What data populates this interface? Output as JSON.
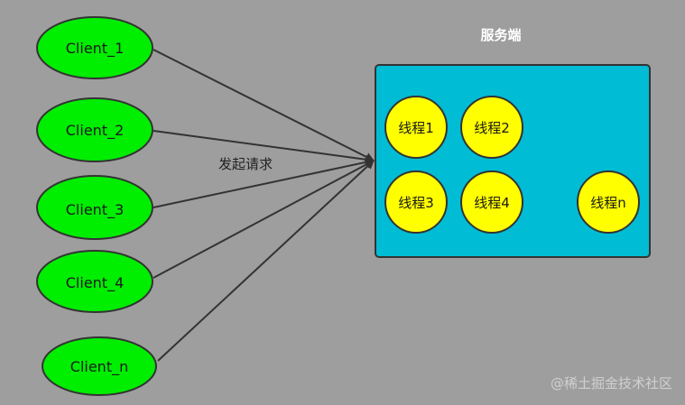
{
  "colors": {
    "background": "#9e9e9e",
    "client_fill": "#00ee00",
    "server_fill": "#00bcd4",
    "thread_fill": "#ffff00",
    "arrow": "#333333"
  },
  "clients": [
    {
      "label": "Client_1"
    },
    {
      "label": "Client_2"
    },
    {
      "label": "Client_3"
    },
    {
      "label": "Client_4"
    },
    {
      "label": "Client_n"
    }
  ],
  "request_label": "发起请求",
  "server": {
    "title": "服务端",
    "threads": [
      {
        "label": "线程1"
      },
      {
        "label": "线程2"
      },
      {
        "label": "线程3"
      },
      {
        "label": "线程4"
      },
      {
        "label": "线程n"
      }
    ]
  },
  "watermark": "@稀土掘金技术社区"
}
